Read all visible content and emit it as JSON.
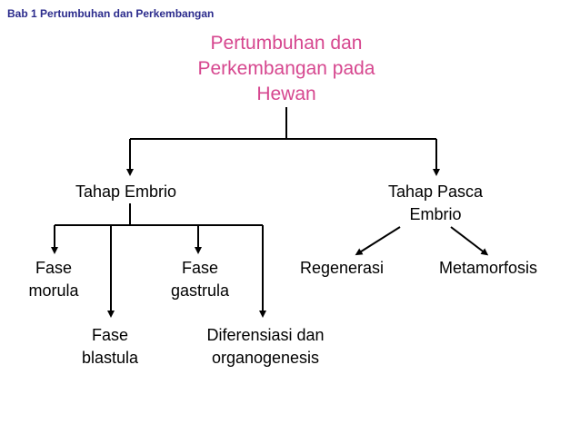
{
  "header": {
    "chapter": "Bab 1 Pertumbuhan dan Perkembangan"
  },
  "title": {
    "line1": "Pertumbuhan dan",
    "line2": "Perkembangan pada",
    "line3": "Hewan"
  },
  "nodes": {
    "embrio": "Tahap Embrio",
    "pasca_line1": "Tahap Pasca",
    "pasca_line2": "Embrio",
    "morula_line1": "Fase",
    "morula_line2": "morula",
    "blastula_line1": "Fase",
    "blastula_line2": "blastula",
    "gastrula_line1": "Fase",
    "gastrula_line2": "gastrula",
    "diferensiasi_line1": "Diferensiasi dan",
    "diferensiasi_line2": "organogenesis",
    "regenerasi": "Regenerasi",
    "metamorfosis": "Metamorfosis"
  },
  "colors": {
    "title": "#d6478f",
    "header": "#2b2b8c",
    "lines": "#000000"
  }
}
